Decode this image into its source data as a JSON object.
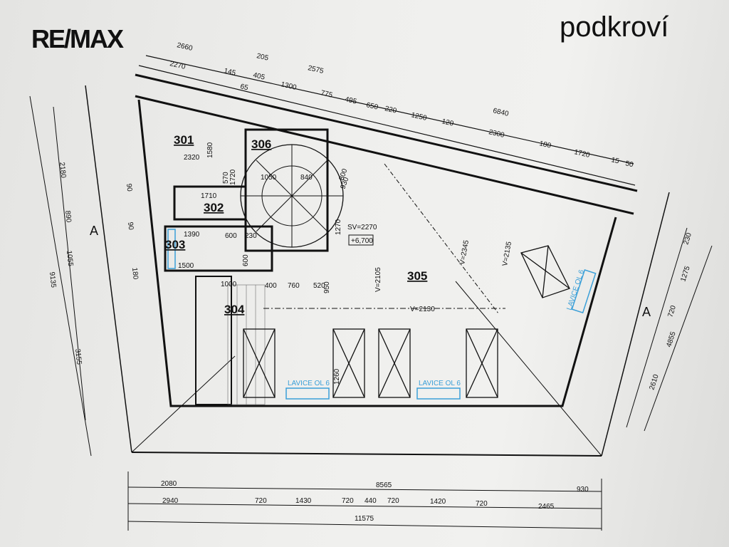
{
  "logo": "RE/MAX",
  "title": "podkroví",
  "rooms": {
    "r301": "301",
    "r302": "302",
    "r303": "303",
    "r304": "304",
    "r305": "305",
    "r306": "306"
  },
  "top_dims": {
    "row1": [
      "2660",
      "205",
      "2575",
      "6840"
    ],
    "row2": [
      "2270",
      "145",
      "65",
      "405",
      "1300",
      "775",
      "495",
      "650",
      "220",
      "1250",
      "120",
      "2300",
      "180",
      "1720",
      "15",
      "50"
    ]
  },
  "bottom_dims": {
    "row1": [
      "2080",
      "8565",
      "930"
    ],
    "row2": [
      "2940",
      "720",
      "1430",
      "720",
      "440",
      "720",
      "1420",
      "720",
      "2465"
    ],
    "total": "11575"
  },
  "left_dims": [
    "2180",
    "890",
    "1055",
    "3155",
    "9135",
    "180",
    "90",
    "90"
  ],
  "right_dims": [
    "230",
    "1275",
    "720",
    "4855",
    "2610"
  ],
  "inner_dims": [
    "2320",
    "1580",
    "570",
    "1720",
    "1050",
    "840",
    "800",
    "930",
    "1710",
    "1390",
    "600",
    "230",
    "1500",
    "600",
    "1000",
    "400",
    "760",
    "520",
    "950",
    "1270",
    "1260"
  ],
  "levels": {
    "sv": "SV=2270",
    "elev": "+6,700",
    "v1": "V=2130",
    "v2": "V=2345",
    "v3": "V=2135",
    "v4": "V=2105"
  },
  "section_marks": [
    "A",
    "A"
  ],
  "benches": [
    "LAVICE OL 6",
    "LAVICE OL 6",
    "LAVICE OL 6"
  ]
}
